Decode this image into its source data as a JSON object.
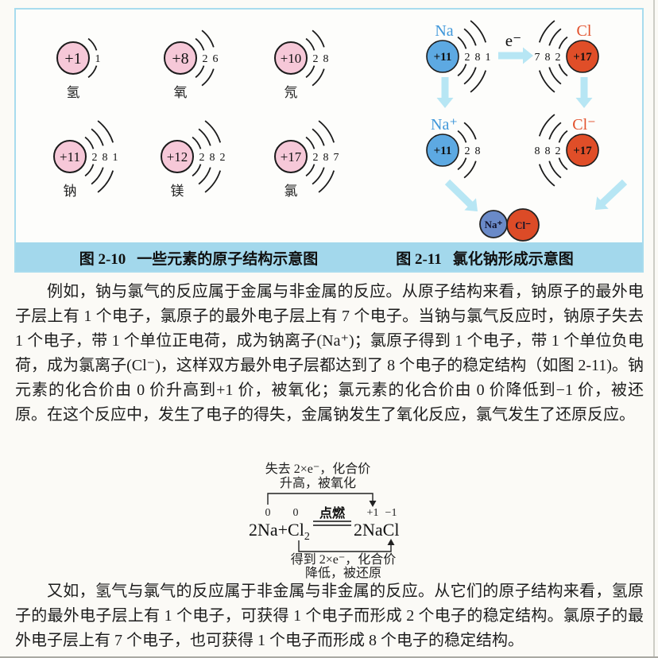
{
  "figure": {
    "colors": {
      "caption_bar": "#a3d8ec",
      "box_border": "#a8dcee",
      "arrow": "#b7e6f4",
      "atom_pink": "#f6c8d8"
    },
    "fig10": {
      "caption_label": "图 2-10",
      "caption_title": "一些元素的原子结构示意图",
      "atoms": [
        {
          "name": "氢",
          "charge": "+1",
          "shells": [
            "1"
          ]
        },
        {
          "name": "氧",
          "charge": "+8",
          "shells": [
            "2",
            "6"
          ]
        },
        {
          "name": "氖",
          "charge": "+10",
          "shells": [
            "2",
            "8"
          ]
        },
        {
          "name": "钠",
          "charge": "+11",
          "shells": [
            "2",
            "8",
            "1"
          ]
        },
        {
          "name": "镁",
          "charge": "+12",
          "shells": [
            "2",
            "8",
            "2"
          ]
        },
        {
          "name": "氯",
          "charge": "+17",
          "shells": [
            "2",
            "8",
            "7"
          ]
        }
      ]
    },
    "fig11": {
      "caption_label": "图 2-11",
      "caption_title": "氯化钠形成示意图",
      "electron_label": "e⁻",
      "items": [
        {
          "role": "na-atom",
          "label": "Na",
          "charge": "+11",
          "shells": [
            "2",
            "8",
            "1"
          ],
          "fill": "#5da9e2",
          "label_color": "#3f97da",
          "mirrored": false
        },
        {
          "role": "cl-atom",
          "label": "Cl",
          "charge": "+17",
          "shells": [
            "2",
            "8",
            "7"
          ],
          "fill": "#e04e28",
          "label_color": "#e2512c",
          "mirrored": true
        },
        {
          "role": "na-ion",
          "label": "Na⁺",
          "charge": "+11",
          "shells": [
            "2",
            "8"
          ],
          "fill": "#5da9e2",
          "label_color": "#3f97da",
          "mirrored": false
        },
        {
          "role": "cl-ion",
          "label": "Cl⁻",
          "charge": "+17",
          "shells": [
            "2",
            "8",
            "8"
          ],
          "fill": "#e04e28",
          "label_color": "#e2512c",
          "mirrored": true
        }
      ],
      "product": {
        "na_label": "Na⁺",
        "na_fill": "#6a8ac8",
        "cl_label": "Cl⁻",
        "cl_fill": "#dc4b27"
      }
    }
  },
  "paragraphs": {
    "p1": "例如，钠与氯气的反应属于金属与非金属的反应。从原子结构来看，钠原子的最外电子层上有 1 个电子，氯原子的最外电子层上有 7 个电子。当钠与氯气反应时，钠原子失去 1 个电子，带 1 个单位正电荷，成为钠离子(Na⁺)；氯原子得到 1 个电子，带 1 个单位负电荷，成为氯离子(Cl⁻)，这样双方最外电子层都达到了 8 个电子的稳定结构（如图 2-11)。钠元素的化合价由 0 价升高到+1 价，被氧化；氯元素的化合价由 0 价降低到−1 价，被还原。在这个反应中，发生了电子的得失，金属钠发生了氧化反应，氯气发生了还原反应。",
    "p2": "又如，氢气与氯气的反应属于非金属与非金属的反应。从它们的原子结构来看，氢原子的最外电子层上有 1 个电子，可获得 1 个电子而形成 2 个电子的稳定结构。氯原子的最外电子层上有 7 个电子，也可获得 1 个电子而形成 8 个电子的稳定结构。"
  },
  "equation": {
    "top_line1": "失去 2×e⁻，化合价",
    "top_line2": "升高，被氧化",
    "bottom_line1": "得到 2×e⁻，化合价",
    "bottom_line2": "降低，被还原",
    "lhs_main": "2Na+Cl",
    "lhs_sub": "2",
    "condition": "点燃",
    "rhs": "2NaCl",
    "ox_states": [
      "0",
      "0",
      "+1",
      "−1"
    ]
  }
}
